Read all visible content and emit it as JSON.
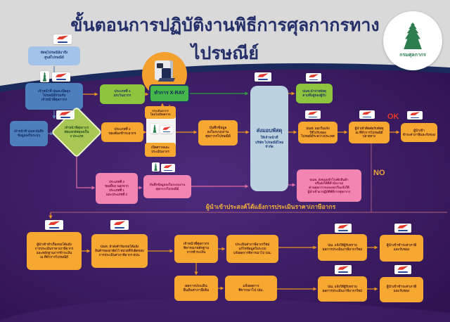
{
  "header": {
    "title": "ขั้นตอนการปฏิบัติงานพิธีการศุลกากรทางไปรษณีย์",
    "dept_logo_label": "กรมศุลกากร"
  },
  "labels": {
    "ok": "OK",
    "no": "NO",
    "dispute_caption": "ผู้นำเข้าประสงค์โต้แย้งการประเมินราคา/ภาษีอากร"
  },
  "nodes": {
    "arrive": "พัสดุไปรษณีย์มาถึง\nศูนย์ไปรษณีย์",
    "open_bags": "เจ้าหน้าที่ ปณท.เปิดถุง\nไปรษณีย์ร่วมกับ\nเจ้าหน้าที่ศุลกากร",
    "record": "เจ้าหน้าที่ ปณท.บันทึก\nข้อมูลลงในระบบ",
    "sort": "เจ้าหน้าที่ศุลกากร\nคัดแยกพัสดุลงเป็น\n3 ประเภท",
    "type1": "ประเภทที่ 1\nยกเว้นอากร",
    "xray": "ทำการ X-RAY",
    "type2": "ประเภทที่ 2\nของต้องชำระอากร",
    "assess_no_open": "ประเมินอากร\nโดยไม่เปิดตรวจ",
    "open_inspect": "เปิดตรวจและ\nประเมินอากร",
    "record_postal2": "บันทึกข้อมูล\nลงในระบบงาน\nศุลกากรไปรษณีย์",
    "type3": "ประเภทที่ 3\nของอื่นๆ นอกจาก\nประเภทที่ 1\nและประเภทที่ 2",
    "record_postal3": "บันทึกข้อมูลลงในระบบงาน\nศุลกากรไปรษณีย์",
    "handover_title": "ส่งมอบพัสดุ",
    "handover_sub": "ให้เจ้าหน้าที่\nบริษัท ไปรษณีย์ไทย\nจำกัด",
    "deliver": "ปณท.นำจ่ายพัสดุ\nตามที่อยู่ของผู้รับ",
    "notice": "ปณท. ออกใบแจ้ง\nให้ไปรับของ\nไปรษณีย์ระหว่างประเทศ",
    "contact": "ผู้นำเข้าติดต่อรับพัสดุ\nณ ที่ทำการไปรษณีย์\nปลายทาง",
    "pay_receive": "ผู้นำเข้า\nชำระค่าภาษีและรับของ",
    "warehouse": "ปณท. ส่งของเข้าโรงพักสินค้า\nหรือส่งให้ที่สำนักงาน/\nด่านศุลกากรและออกใบแจ้งให้\nผู้นำเข้ามาปฏิบัติพิธีการศุลกากร",
    "dispute_request": "ผู้นำเข้าทำเรื่องขอโต้แย้ง\nการประเมินราคา/ภาษีอากร\nและหลักฐานการชำระเงิน\nณ ที่ทำการไปรษณีย์",
    "dispute_forward": "ปณท. นำส่งคำร้องขอโต้แย้ง\nสินค้าของอายัดไว้ หน่วยที่รับผิดชอบ\nการประเมินค่าภาษีอากร สปน.",
    "review_evidence": "เจ้าหน้าที่ศุลกากร\nพิจารณาหลักฐาน\nการชำระเงิน",
    "reassess": "ประเมินค่าภาษีอากรใหม่\nแก้ไขข้อมูลในระบบ\nแจ้งผลการพิจารณาไป ปณ.",
    "confirm_original": "ผลการประเมิน\nยืนยันค่าภาษีเดิม",
    "notify_result": "แจ้งผลการ\nพิจารณาไป ปณ.",
    "notify_new1": "ปณ. แจ้งให้ผู้รับทราบ\nผลการประเมินภาษีอากรใหม่",
    "pay_receive2": "ผู้นำเข้าชำระค่าภาษี\nและรับของ",
    "notify_new2": "ปณ. แจ้งให้ผู้รับทราบ\nผลการประเมินภาษีอากรใหม่",
    "pay_receive3": "ผู้นำเข้าชำระค่าภาษี\nและรับของ"
  },
  "icons": {
    "thailand_post_logo": "red wing over blue wordmark on white tile",
    "customs_emblem": "green pagoda on white tile",
    "xray_machine": "x-ray scanner in orange circle"
  },
  "colors": {
    "top_gray": "#d9d9d9",
    "band_navy": "#1b2a5c",
    "background_purple": "#3a1b60",
    "title_navy": "#25306b",
    "green": "#8cc63f",
    "xray_green": "#45b649",
    "orange": "#f6a831",
    "pink": "#f285b2",
    "light_blue": "#a3c3e8",
    "mid_blue": "#4e7fbd",
    "handover_blue": "#bcd2e0",
    "ok_red": "#e53828",
    "no_gold": "#f0a43c",
    "caption_yellow": "#f3b23a"
  }
}
